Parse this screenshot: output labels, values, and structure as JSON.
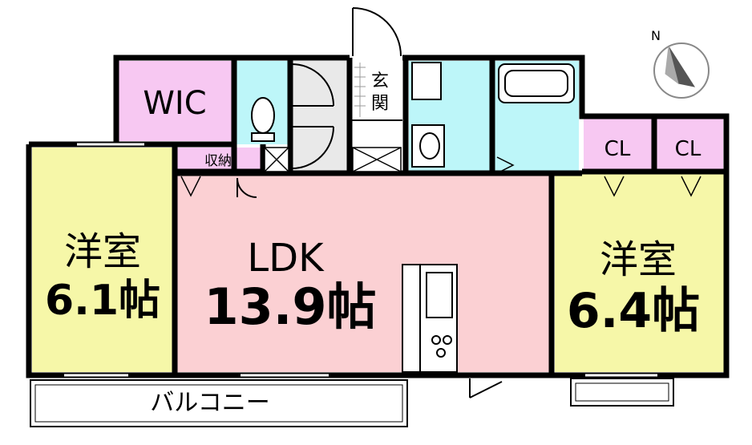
{
  "labels": {
    "wic": "WIC",
    "storage": "収納",
    "entrance_1": "玄",
    "entrance_2": "関",
    "closet_left": "CL",
    "closet_right": "CL",
    "western_left_name": "洋室",
    "western_left_size": "6.1帖",
    "ldk_name": "LDK",
    "ldk_size": "13.9帖",
    "western_right_name": "洋室",
    "western_right_size": "6.4帖",
    "balcony": "バルコニー",
    "north": "N"
  },
  "colors": {
    "wic": "#f7c8f2",
    "storage": "#f7c8f2",
    "closet": "#f7c8f2",
    "western": "#f6f7a8",
    "ldk": "#fbd0d3",
    "wet_area": "#bdf6f9",
    "corridor": "#e9e9e9",
    "wall": "#000000"
  }
}
